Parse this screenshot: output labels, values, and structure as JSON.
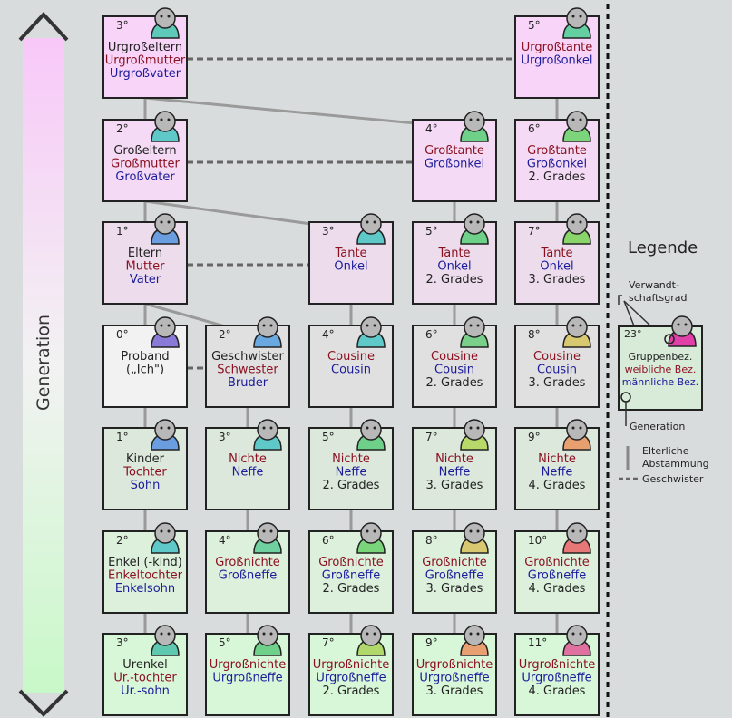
{
  "axis": {
    "label": "Generation"
  },
  "legend": {
    "title": "Legende",
    "relationship_degree_label": "Verwandt-\nschaftsgrad",
    "example_degree": "23°",
    "example_group": "Gruppenbez.",
    "example_female": "weibliche Bez.",
    "example_male": "männliche Bez.",
    "generation_label": "Generation",
    "lineage_label": "Elterliche\nAbstammung",
    "siblings_label": "Geschwister"
  },
  "colors": {
    "background": "#d8dcdc",
    "gen_plus3": "#f8d4f8",
    "gen_plus2": "#f4daf4",
    "gen_plus1": "#ecdcec",
    "gen_0": "#e0e0e0",
    "gen_0_proband": "#f2f2f2",
    "gen_minus1": "#dbe8db",
    "gen_minus2": "#dcf0dc",
    "gen_minus3": "#d8f6d8",
    "border": "#222222",
    "female_text": "#8b1020",
    "male_text": "#1c1c9a"
  },
  "boxes": [
    {
      "id": "urgrosseltern",
      "col": 0,
      "row": 0,
      "fill": "#f8d4f8",
      "head": "#5fc9b9",
      "degree": "3°",
      "lines": [
        [
          "Urgroßeltern",
          "n"
        ],
        [
          "Urgroßmutter",
          "f"
        ],
        [
          "Urgroßvater",
          "m"
        ]
      ]
    },
    {
      "id": "urgrosstante",
      "col": 4,
      "row": 0,
      "fill": "#f8d4f8",
      "head": "#64d0a2",
      "degree": "5°",
      "lines": [
        [
          "Urgroßtante",
          "f"
        ],
        [
          "Urgroßonkel",
          "m"
        ]
      ]
    },
    {
      "id": "grosseltern",
      "col": 0,
      "row": 1,
      "fill": "#f4daf4",
      "head": "#5fc9c9",
      "degree": "2°",
      "lines": [
        [
          "Großeltern",
          "n"
        ],
        [
          "Großmutter",
          "f"
        ],
        [
          "Großvater",
          "m"
        ]
      ]
    },
    {
      "id": "grosstante",
      "col": 3,
      "row": 1,
      "fill": "#f4daf4",
      "head": "#6fd08a",
      "degree": "4°",
      "lines": [
        [
          "Großtante",
          "f"
        ],
        [
          "Großonkel",
          "m"
        ]
      ]
    },
    {
      "id": "grosstante2",
      "col": 4,
      "row": 1,
      "fill": "#f4daf4",
      "head": "#7cd57a",
      "degree": "6°",
      "lines": [
        [
          "Großtante",
          "f"
        ],
        [
          "Großonkel",
          "m"
        ],
        [
          "2. Grades",
          "n"
        ]
      ]
    },
    {
      "id": "eltern",
      "col": 0,
      "row": 2,
      "fill": "#ecdcec",
      "head": "#6a9ee0",
      "degree": "1°",
      "lines": [
        [
          "Eltern",
          "n"
        ],
        [
          "Mutter",
          "f"
        ],
        [
          "Vater",
          "m"
        ]
      ]
    },
    {
      "id": "tante",
      "col": 2,
      "row": 2,
      "fill": "#ecdcec",
      "head": "#5fc9c9",
      "degree": "3°",
      "lines": [
        [
          "Tante",
          "f"
        ],
        [
          "Onkel",
          "m"
        ]
      ]
    },
    {
      "id": "tante2",
      "col": 3,
      "row": 2,
      "fill": "#ecdcec",
      "head": "#6fd08a",
      "degree": "5°",
      "lines": [
        [
          "Tante",
          "f"
        ],
        [
          "Onkel",
          "m"
        ],
        [
          "2. Grades",
          "n"
        ]
      ]
    },
    {
      "id": "tante3",
      "col": 4,
      "row": 2,
      "fill": "#ecdcec",
      "head": "#8ad56a",
      "degree": "7°",
      "lines": [
        [
          "Tante",
          "f"
        ],
        [
          "Onkel",
          "m"
        ],
        [
          "3. Grades",
          "n"
        ]
      ]
    },
    {
      "id": "proband",
      "col": 0,
      "row": 3,
      "fill": "#f2f2f2",
      "head": "#8a7ad8",
      "degree": "0°",
      "lines": [
        [
          "Proband",
          "n"
        ],
        [
          "(„Ich\")",
          "n"
        ]
      ]
    },
    {
      "id": "geschwister",
      "col": 1,
      "row": 3,
      "fill": "#e0e0e0",
      "head": "#6aa8e0",
      "degree": "2°",
      "lines": [
        [
          "Geschwister",
          "n"
        ],
        [
          "Schwester",
          "f"
        ],
        [
          "Bruder",
          "m"
        ]
      ]
    },
    {
      "id": "cousine",
      "col": 2,
      "row": 3,
      "fill": "#e0e0e0",
      "head": "#5fc9c9",
      "degree": "4°",
      "lines": [
        [
          "Cousine",
          "f"
        ],
        [
          "Cousin",
          "m"
        ]
      ]
    },
    {
      "id": "cousine2",
      "col": 3,
      "row": 3,
      "fill": "#e0e0e0",
      "head": "#7ad08a",
      "degree": "6°",
      "lines": [
        [
          "Cousine",
          "f"
        ],
        [
          "Cousin",
          "m"
        ],
        [
          "2. Grades",
          "n"
        ]
      ]
    },
    {
      "id": "cousine3",
      "col": 4,
      "row": 3,
      "fill": "#e0e0e0",
      "head": "#d8c870",
      "degree": "8°",
      "lines": [
        [
          "Cousine",
          "f"
        ],
        [
          "Cousin",
          "m"
        ],
        [
          "3. Grades",
          "n"
        ]
      ]
    },
    {
      "id": "kinder",
      "col": 0,
      "row": 4,
      "fill": "#dbe8db",
      "head": "#6a9ee0",
      "degree": "1°",
      "lines": [
        [
          "Kinder",
          "n"
        ],
        [
          "Tochter",
          "f"
        ],
        [
          "Sohn",
          "m"
        ]
      ]
    },
    {
      "id": "nichte",
      "col": 1,
      "row": 4,
      "fill": "#dbe8db",
      "head": "#5fc9c9",
      "degree": "3°",
      "lines": [
        [
          "Nichte",
          "f"
        ],
        [
          "Neffe",
          "m"
        ]
      ]
    },
    {
      "id": "nichte2",
      "col": 2,
      "row": 4,
      "fill": "#dbe8db",
      "head": "#6fd08a",
      "degree": "5°",
      "lines": [
        [
          "Nichte",
          "f"
        ],
        [
          "Neffe",
          "m"
        ],
        [
          "2. Grades",
          "n"
        ]
      ]
    },
    {
      "id": "nichte3",
      "col": 3,
      "row": 4,
      "fill": "#dbe8db",
      "head": "#b8d86a",
      "degree": "7°",
      "lines": [
        [
          "Nichte",
          "f"
        ],
        [
          "Neffe",
          "m"
        ],
        [
          "3. Grades",
          "n"
        ]
      ]
    },
    {
      "id": "nichte4",
      "col": 4,
      "row": 4,
      "fill": "#dbe8db",
      "head": "#e8a070",
      "degree": "9°",
      "lines": [
        [
          "Nichte",
          "f"
        ],
        [
          "Neffe",
          "m"
        ],
        [
          "4. Grades",
          "n"
        ]
      ]
    },
    {
      "id": "enkel",
      "col": 0,
      "row": 5,
      "fill": "#dcf0dc",
      "head": "#5fc9c9",
      "degree": "2°",
      "lines": [
        [
          "Enkel (-kind)",
          "n"
        ],
        [
          "Enkeltochter",
          "f"
        ],
        [
          "Enkelsohn",
          "m"
        ]
      ]
    },
    {
      "id": "grossnichte",
      "col": 1,
      "row": 5,
      "fill": "#dcf0dc",
      "head": "#6fd0a0",
      "degree": "4°",
      "lines": [
        [
          "Großnichte",
          "f"
        ],
        [
          "Großneffe",
          "m"
        ]
      ]
    },
    {
      "id": "grossnichte2",
      "col": 2,
      "row": 5,
      "fill": "#dcf0dc",
      "head": "#7ad57a",
      "degree": "6°",
      "lines": [
        [
          "Großnichte",
          "f"
        ],
        [
          "Großneffe",
          "m"
        ],
        [
          "2. Grades",
          "n"
        ]
      ]
    },
    {
      "id": "grossnichte3",
      "col": 3,
      "row": 5,
      "fill": "#dcf0dc",
      "head": "#d8c870",
      "degree": "8°",
      "lines": [
        [
          "Großnichte",
          "f"
        ],
        [
          "Großneffe",
          "m"
        ],
        [
          "3. Grades",
          "n"
        ]
      ]
    },
    {
      "id": "grossnichte4",
      "col": 4,
      "row": 5,
      "fill": "#dcf0dc",
      "head": "#e87878",
      "degree": "10°",
      "lines": [
        [
          "Großnichte",
          "f"
        ],
        [
          "Großneffe",
          "m"
        ],
        [
          "4. Grades",
          "n"
        ]
      ]
    },
    {
      "id": "urenkel",
      "col": 0,
      "row": 6,
      "fill": "#d8f6d8",
      "head": "#5fc9b0",
      "degree": "3°",
      "lines": [
        [
          "Urenkel",
          "n"
        ],
        [
          "Ur.-tochter",
          "f"
        ],
        [
          "Ur.-sohn",
          "m"
        ]
      ]
    },
    {
      "id": "urgrossnichte",
      "col": 1,
      "row": 6,
      "fill": "#d8f6d8",
      "head": "#6fd08a",
      "degree": "5°",
      "lines": [
        [
          "Urgroßnichte",
          "f"
        ],
        [
          "Urgroßneffe",
          "m"
        ]
      ]
    },
    {
      "id": "urgrossnichte2",
      "col": 2,
      "row": 6,
      "fill": "#d8f6d8",
      "head": "#b0d86a",
      "degree": "7°",
      "lines": [
        [
          "Urgroßnichte",
          "f"
        ],
        [
          "Urgroßneffe",
          "m"
        ],
        [
          "2. Grades",
          "n"
        ]
      ]
    },
    {
      "id": "urgrossnichte3",
      "col": 3,
      "row": 6,
      "fill": "#d8f6d8",
      "head": "#e8a070",
      "degree": "9°",
      "lines": [
        [
          "Urgroßnichte",
          "f"
        ],
        [
          "Urgroßneffe",
          "m"
        ],
        [
          "3. Grades",
          "n"
        ]
      ]
    },
    {
      "id": "urgrossnichte4",
      "col": 4,
      "row": 6,
      "fill": "#d8f6d8",
      "head": "#e070a0",
      "degree": "11°",
      "lines": [
        [
          "Urgroßnichte",
          "f"
        ],
        [
          "Urgroßneffe",
          "m"
        ],
        [
          "4. Grades",
          "n"
        ]
      ]
    }
  ],
  "lineage_links": [
    [
      "urgrosseltern",
      "grosseltern"
    ],
    [
      "urgrosseltern",
      "grosstante"
    ],
    [
      "grosseltern",
      "eltern"
    ],
    [
      "grosseltern",
      "tante"
    ],
    [
      "eltern",
      "proband"
    ],
    [
      "eltern",
      "geschwister"
    ],
    [
      "grosstante",
      "tante2"
    ],
    [
      "grosstante2",
      "tante3"
    ],
    [
      "tante",
      "cousine"
    ],
    [
      "tante2",
      "cousine2"
    ],
    [
      "tante3",
      "cousine3"
    ],
    [
      "proband",
      "kinder"
    ],
    [
      "geschwister",
      "nichte"
    ],
    [
      "cousine",
      "nichte2"
    ],
    [
      "cousine2",
      "nichte3"
    ],
    [
      "cousine3",
      "nichte4"
    ],
    [
      "kinder",
      "enkel"
    ],
    [
      "nichte",
      "grossnichte"
    ],
    [
      "nichte2",
      "grossnichte2"
    ],
    [
      "nichte3",
      "grossnichte3"
    ],
    [
      "nichte4",
      "grossnichte4"
    ],
    [
      "enkel",
      "urenkel"
    ],
    [
      "grossnichte",
      "urgrossnichte"
    ],
    [
      "grossnichte2",
      "urgrossnichte2"
    ],
    [
      "grossnichte3",
      "urgrossnichte3"
    ],
    [
      "grossnichte4",
      "urgrossnichte4"
    ],
    [
      "urgrosstante",
      "grosstante2"
    ]
  ],
  "sibling_links": [
    [
      "urgrosseltern",
      "urgrosstante"
    ],
    [
      "grosseltern",
      "grosstante"
    ],
    [
      "eltern",
      "tante"
    ],
    [
      "proband",
      "geschwister"
    ]
  ]
}
